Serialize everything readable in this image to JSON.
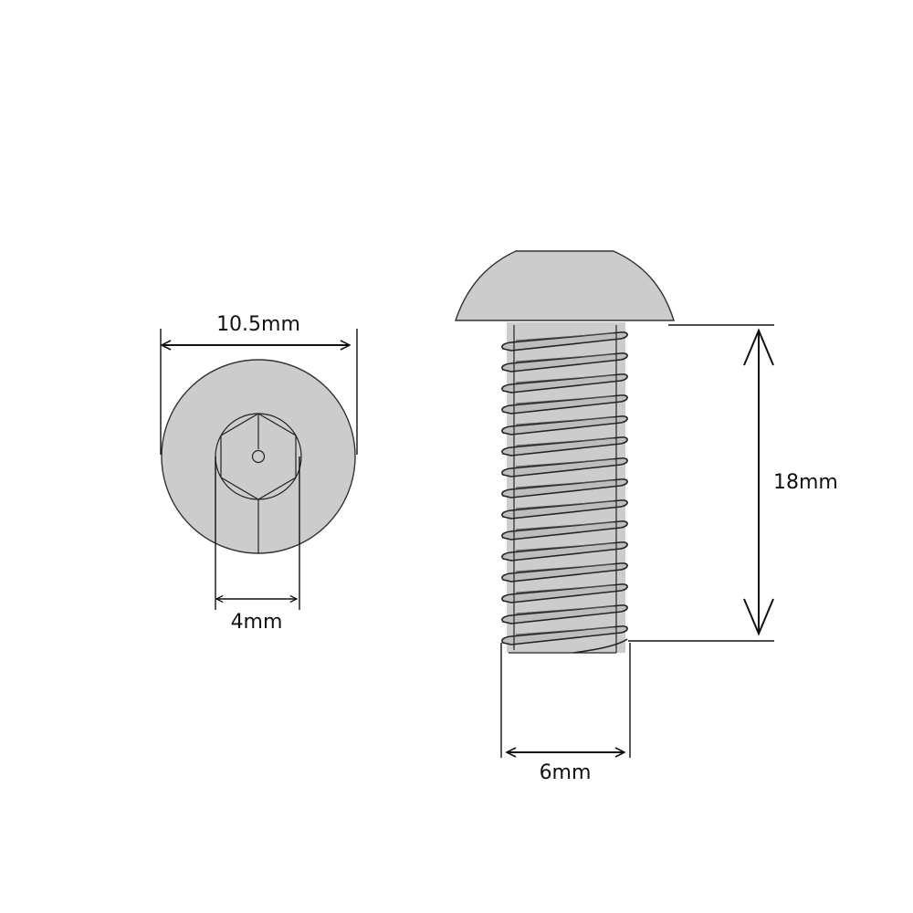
{
  "dimensions": {
    "head_diameter": "10.5mm",
    "hex_socket": "4mm",
    "length": "18mm",
    "thread_diameter": "6mm"
  },
  "colors": {
    "part_fill": "#cccccc",
    "outline": "#333333",
    "dimension_line": "#111111"
  }
}
